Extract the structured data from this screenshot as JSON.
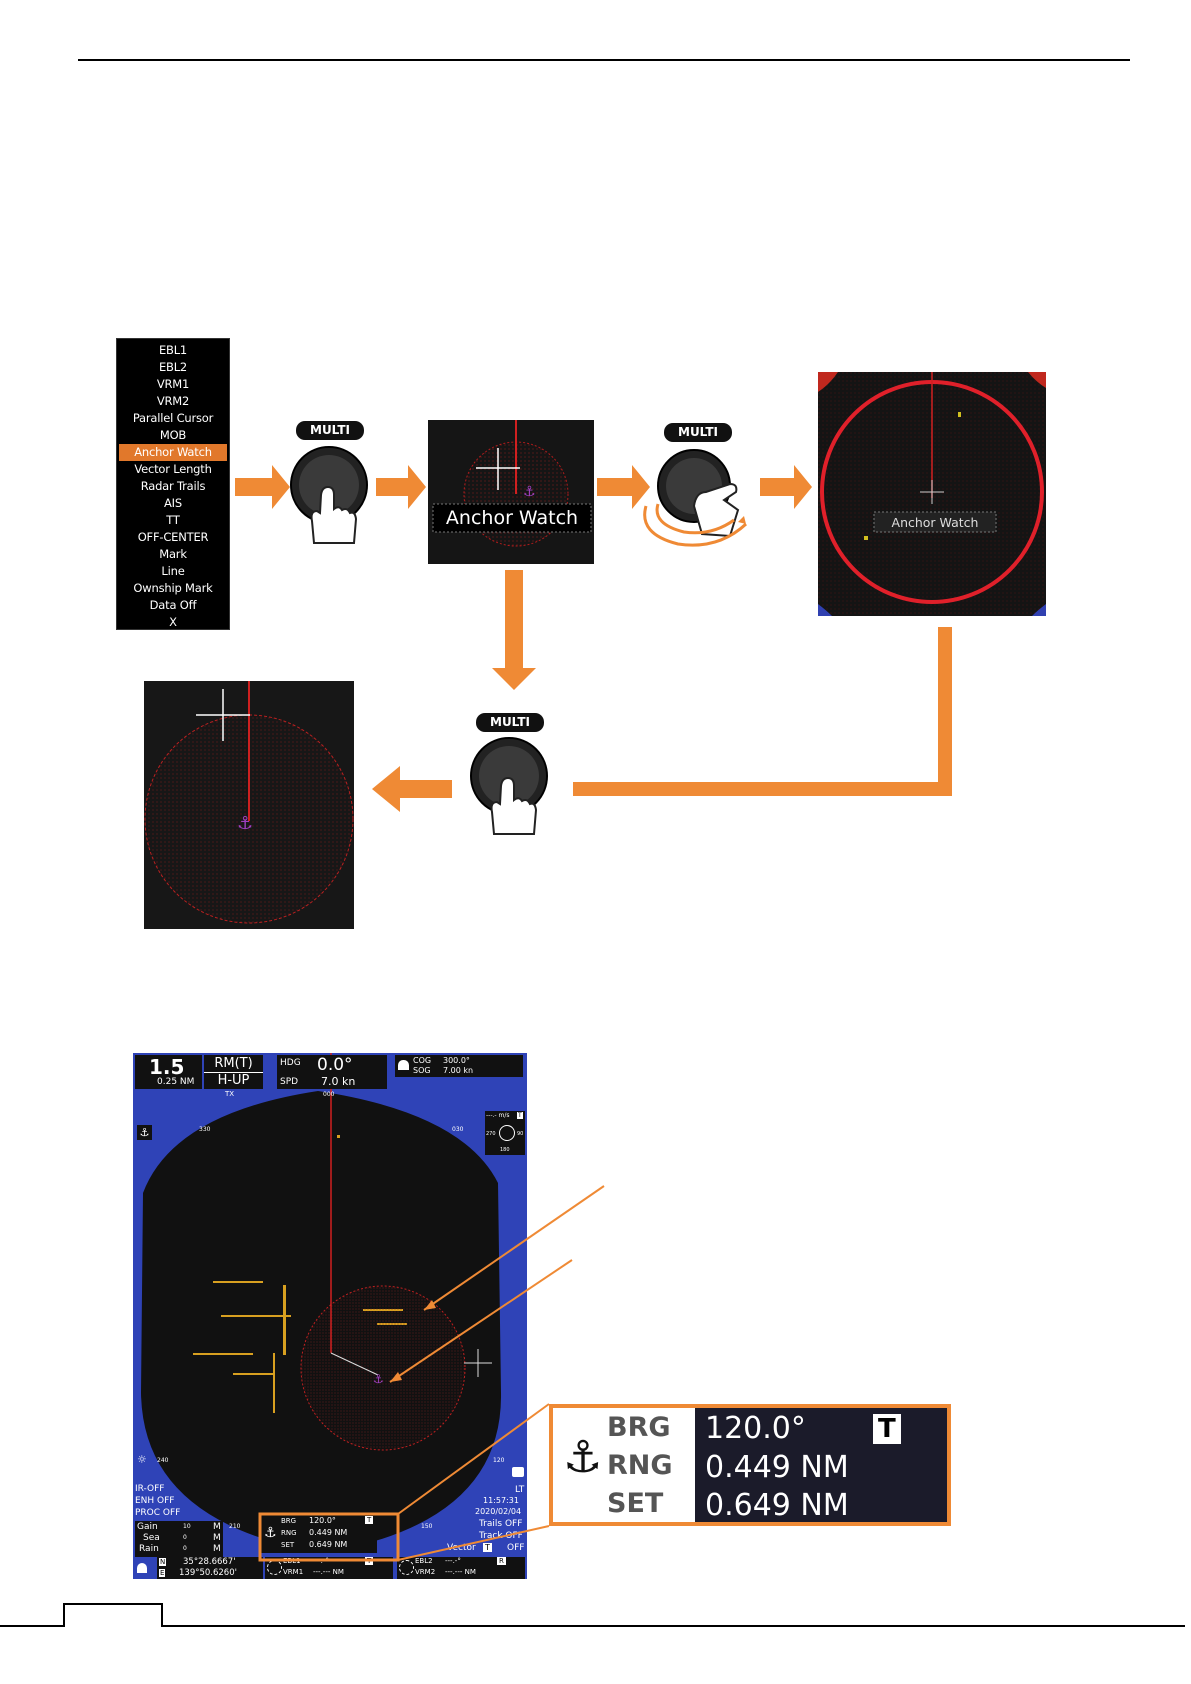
{
  "menu": {
    "items": [
      "EBL1",
      "EBL2",
      "VRM1",
      "VRM2",
      "Parallel Cursor",
      "MOB",
      "Anchor Watch",
      "Vector Length",
      "Radar Trails",
      "AIS",
      "TT",
      "OFF-CENTER",
      "Mark",
      "Line",
      "Ownship Mark",
      "Data Off",
      "X"
    ],
    "selected_index": 6
  },
  "knob_label": "MULTI",
  "anchor_watch_label": "Anchor Watch",
  "radar": {
    "range": "1.5",
    "ring_interval": "0.25 NM",
    "mode_top": "RM(T)",
    "mode_bottom": "H-UP",
    "tx": "TX",
    "hdg_label": "HDG",
    "hdg_value": "0.0°",
    "spd_label": "SPD",
    "spd_value": "7.0 kn",
    "cog_label": "COG",
    "cog_value": "300.0°",
    "sog_label": "SOG",
    "sog_value": "7.00 kn",
    "wind_label": "---.- m/s",
    "wind_mode": "T",
    "compass_w": "270",
    "compass_e": "90",
    "compass_s": "180",
    "bearings": [
      "000",
      "030",
      "330",
      "240",
      "120",
      "210",
      "150"
    ],
    "ir": "IR-OFF",
    "enh": "ENH OFF",
    "proc": "PROC OFF",
    "gain_label": "Gain",
    "gain_value": "10",
    "sea_label": "Sea",
    "sea_value": "0",
    "rain_label": "Rain",
    "rain_value": "0",
    "mode_m": "M",
    "lt": "LT",
    "time": "11:57:31",
    "date": "2020/02/04",
    "trails": "Trails OFF",
    "track": "Track OFF",
    "vector_label": "Vector",
    "vector_mode": "T",
    "vector_value": "OFF",
    "lat_label": "N",
    "lat": "35°28.6667'",
    "lon_label": "E",
    "lon": "139°50.6260'",
    "ebl1": "EBL1",
    "ebl1_value": "---.-°",
    "ebl1_mode": "T",
    "vrm1": "VRM1",
    "vrm1_value": "---.--- NM",
    "ebl2": "EBL2",
    "ebl2_value": "---.-°",
    "ebl2_mode": "R",
    "vrm2": "VRM2",
    "vrm2_value": "---.--- NM"
  },
  "anchor_box": {
    "brg_label": "BRG",
    "brg_value": "120.0°",
    "brg_mode": "T",
    "rng_label": "RNG",
    "rng_value": "0.449 NM",
    "set_label": "SET",
    "set_value": "0.649 NM"
  },
  "colors": {
    "arrow": "#ef8a35",
    "selected": "#e1782b",
    "radar_blue": "#2f43b7",
    "watch_red": "#cc1f1f"
  }
}
